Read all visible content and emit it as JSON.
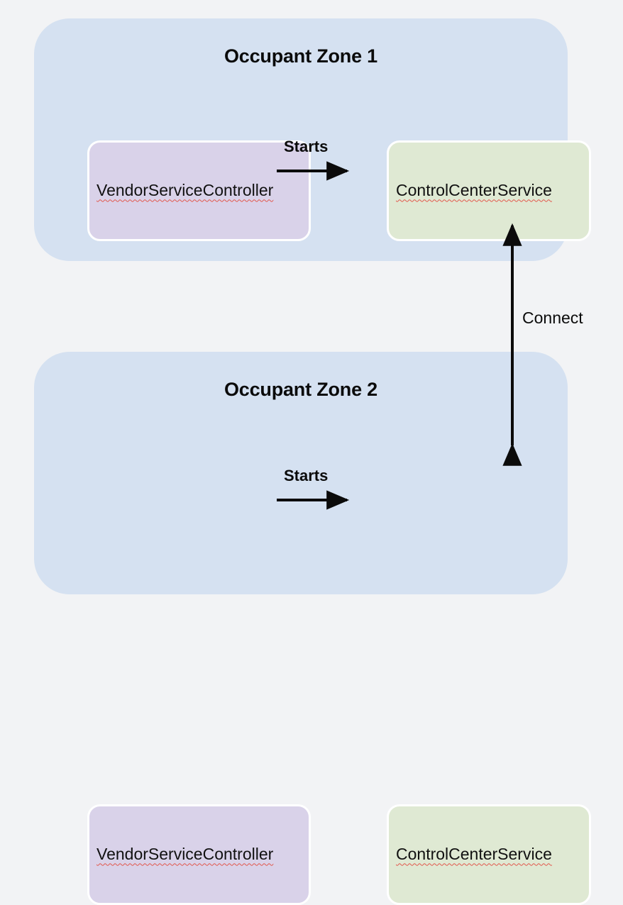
{
  "diagram": {
    "title_hidden": "",
    "background_color": "#f2f3f5",
    "zone_color": "#d5e1f1",
    "node_purple_color": "#d9d2e9",
    "node_green_color": "#dfe9d3",
    "arrow_color": "#0b0b0b",
    "spellcheck_underline_color": "#e2574c"
  },
  "zones": [
    {
      "id": "zone-1",
      "title": "Occupant Zone 1",
      "nodes": [
        {
          "id": "node-vendor-1",
          "label": "VendorServiceController",
          "color": "purple"
        },
        {
          "id": "node-control-1",
          "label": "ControlCenterService",
          "color": "green"
        }
      ],
      "edge_label": "Starts"
    },
    {
      "id": "zone-2",
      "title": "Occupant Zone 2",
      "nodes": [
        {
          "id": "node-vendor-2",
          "label": "VendorServiceController",
          "color": "purple"
        },
        {
          "id": "node-control-2",
          "label": "ControlCenterService",
          "color": "green"
        }
      ],
      "edge_label": "Starts"
    }
  ],
  "edges": [
    {
      "id": "edge-starts-1",
      "label": "Starts",
      "from": "node-vendor-1",
      "to": "node-control-1",
      "direction": "one-way",
      "orientation": "horizontal"
    },
    {
      "id": "edge-starts-2",
      "label": "Starts",
      "from": "node-vendor-2",
      "to": "node-control-2",
      "direction": "one-way",
      "orientation": "horizontal"
    },
    {
      "id": "edge-connect",
      "label": "Connect",
      "from": "node-control-1",
      "to": "node-control-2",
      "direction": "two-way",
      "orientation": "vertical"
    }
  ]
}
